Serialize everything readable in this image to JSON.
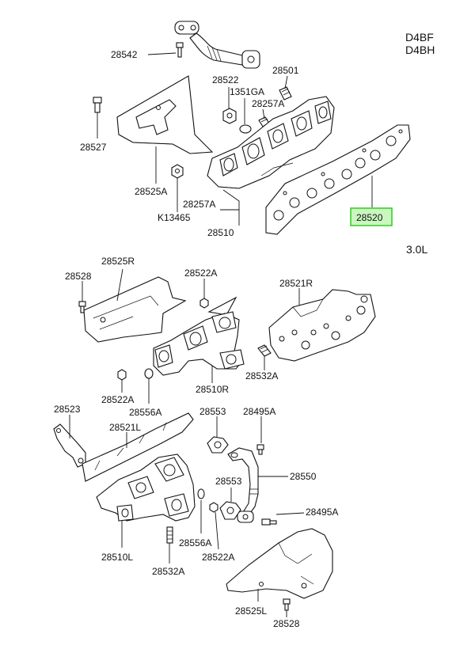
{
  "engine": {
    "code1": "D4BF",
    "code2": "D4BH",
    "variant": "3.0L"
  },
  "labels": {
    "p28542": "28542",
    "p28522_top": "28522",
    "p1351GA": "1351GA",
    "p28501": "28501",
    "p28257A_1": "28257A",
    "p28527": "28527",
    "p28525A": "28525A",
    "p28257A_2": "28257A",
    "pK13465": "K13465",
    "p28510": "28510",
    "p28520": "28520",
    "p28525R": "28525R",
    "p28528_top": "28528",
    "p28522A_1": "28522A",
    "p28521R": "28521R",
    "p28532A_1": "28532A",
    "p28510R": "28510R",
    "p28522A_2": "28522A",
    "p28556A_1": "28556A",
    "p28523": "28523",
    "p28521L": "28521L",
    "p28553_1": "28553",
    "p28495A_1": "28495A",
    "p28550": "28550",
    "p28553_2": "28553",
    "p28495A_2": "28495A",
    "p28510L": "28510L",
    "p28532A_2": "28532A",
    "p28556A_2": "28556A",
    "p28522A_3": "28522A",
    "p28525L": "28525L",
    "p28528_bot": "28528"
  },
  "highlight_color": "#3ccf2a"
}
